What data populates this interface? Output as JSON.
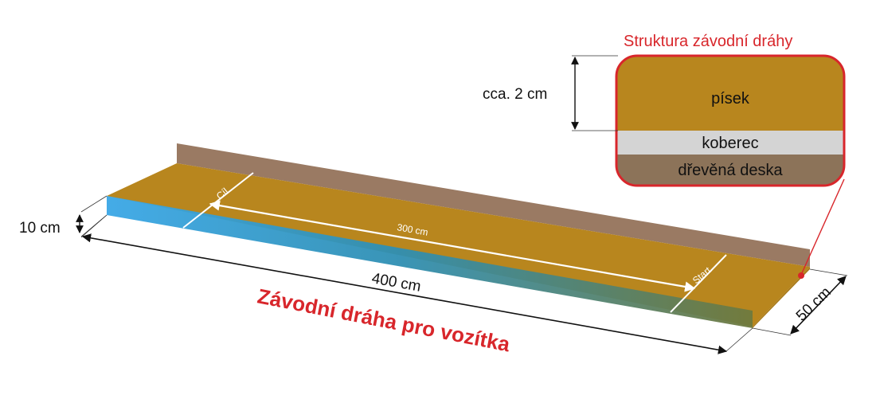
{
  "inset": {
    "title": "Struktura závodní dráhy",
    "layers": [
      {
        "label": "písek",
        "color": "#b8861e"
      },
      {
        "label": "koberec",
        "color": "#d4d4d4"
      },
      {
        "label": "dřevěná deska",
        "color": "#8c7359"
      }
    ],
    "sand_thickness": "cca. 2 cm",
    "frame_color": "#d8262b"
  },
  "track": {
    "title": "Závodní dráha pro vozítka",
    "length": "400 cm",
    "width": "50 cm",
    "wall_height": "10 cm",
    "measured_distance": "300 cm",
    "finish_label": "Cíl",
    "start_label": "Start",
    "sand_color": "#b8861e",
    "back_wall_color": "#9a7a63",
    "front_wall_color_start": "#3aa7e6",
    "front_wall_color_end": "#6f7a3e"
  }
}
